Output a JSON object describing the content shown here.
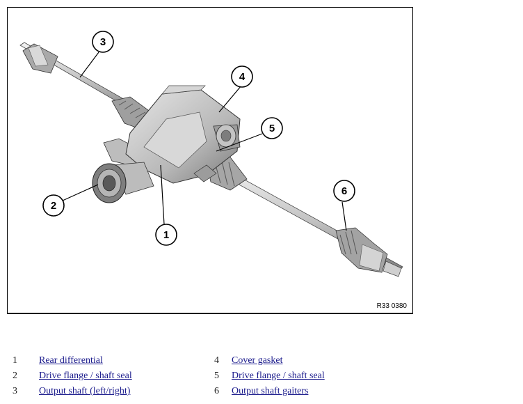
{
  "figure": {
    "code": "R33 0380",
    "callouts": [
      {
        "num": "1",
        "part": "rear-differential"
      },
      {
        "num": "2",
        "part": "drive-flange-shaft-seal-front"
      },
      {
        "num": "3",
        "part": "output-shaft"
      },
      {
        "num": "4",
        "part": "cover-gasket"
      },
      {
        "num": "5",
        "part": "drive-flange-shaft-seal"
      },
      {
        "num": "6",
        "part": "output-shaft-gaiters"
      }
    ]
  },
  "legend": [
    {
      "num": "1",
      "label": "Rear differential"
    },
    {
      "num": "2",
      "label": "Drive flange / shaft seal"
    },
    {
      "num": "3",
      "label": "Output shaft (left/right)"
    },
    {
      "num": "4",
      "label": "Cover gasket"
    },
    {
      "num": "5",
      "label": "Drive flange / shaft seal"
    },
    {
      "num": "6",
      "label": "Output shaft gaiters"
    }
  ],
  "colors": {
    "link": "#1a1a8c",
    "part_fill": "#c9c9c9",
    "part_dark": "#8a8a8a",
    "outline": "#000000"
  }
}
